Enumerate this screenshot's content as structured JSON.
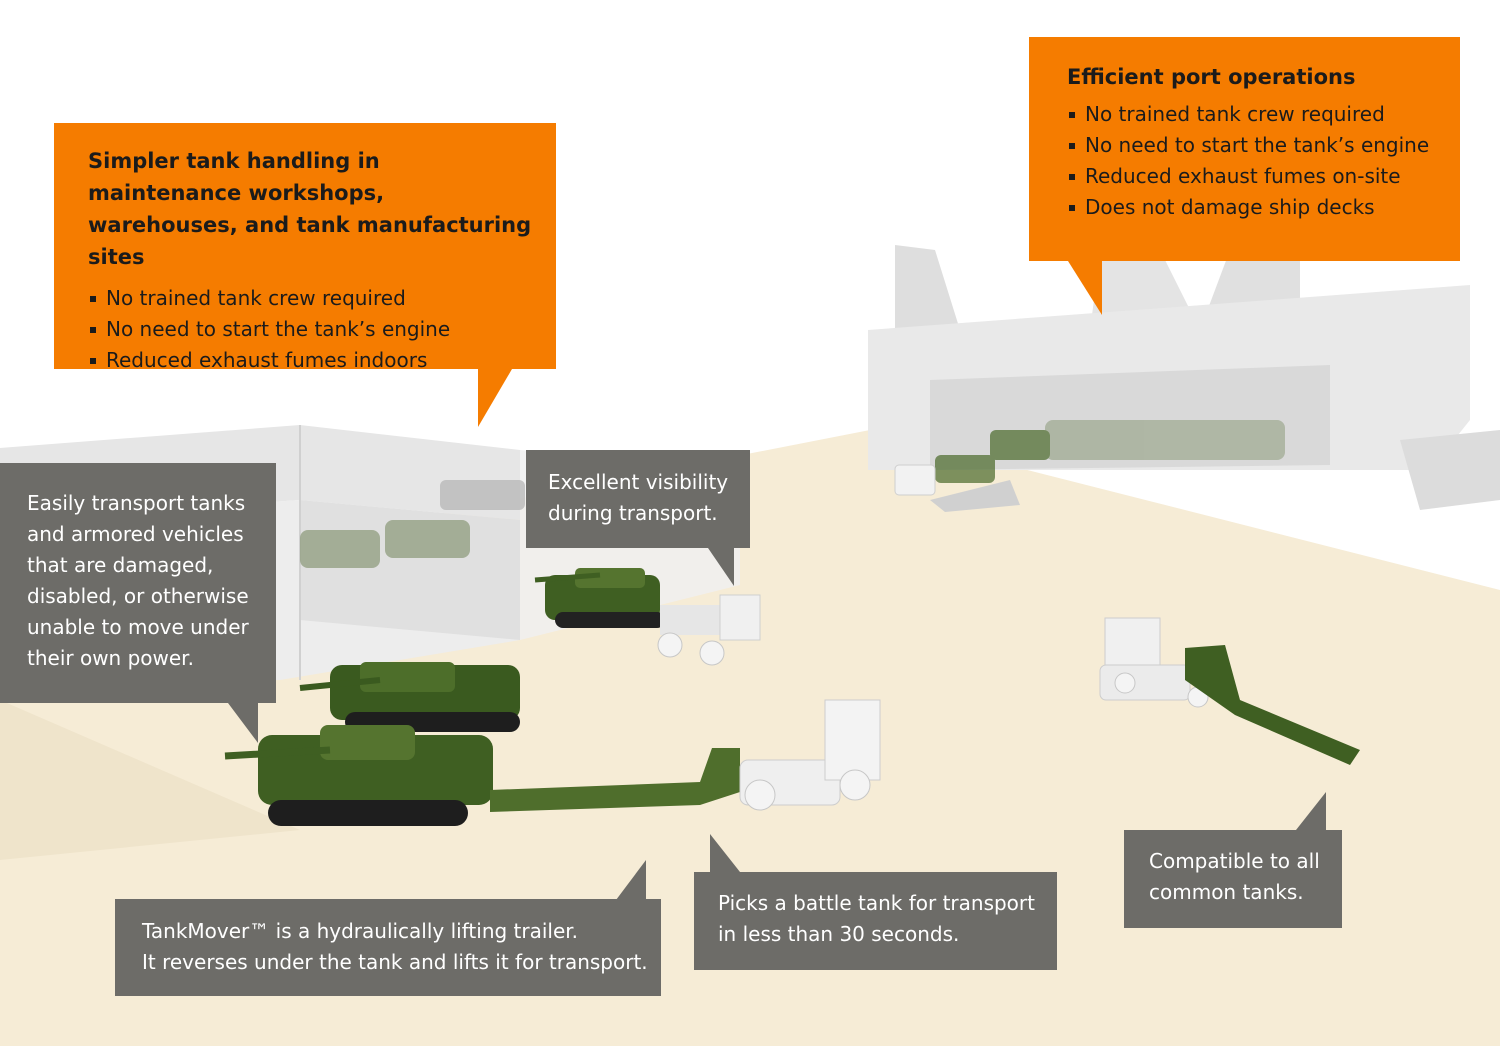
{
  "callouts": {
    "workshop": {
      "title": "Simpler tank handling in maintenance workshops, warehouses, and tank manufacturing sites",
      "bullets": [
        "No trained tank crew required",
        "No need to start the tank’s engine",
        "Reduced exhaust fumes indoors"
      ]
    },
    "port": {
      "title": "Efficient port operations",
      "bullets": [
        "No trained tank crew required",
        "No need to start the tank’s engine",
        "Reduced exhaust fumes on-site",
        "Does not damage ship decks"
      ]
    },
    "damaged": {
      "lines": [
        "Easily transport tanks",
        "and armored vehicles",
        "that are damaged,",
        "disabled, or otherwise",
        "unable to move under",
        "their own power."
      ]
    },
    "visibility": {
      "lines": [
        "Excellent visibility",
        "during transport."
      ]
    },
    "tankmover": {
      "lines": [
        "TankMover™ is a hydraulically lifting trailer.",
        "It reverses under the tank and lifts it for transport."
      ]
    },
    "picks": {
      "lines": [
        "Picks a battle tank for transport",
        "in less than 30 seconds."
      ]
    },
    "compatible": {
      "lines": [
        "Compatible to all",
        "common tanks."
      ]
    }
  },
  "colors": {
    "orange": "#f57c00",
    "grey_box": "#6d6c68",
    "ground": "#f6ecd6",
    "tank_green": "#3f5f22"
  }
}
